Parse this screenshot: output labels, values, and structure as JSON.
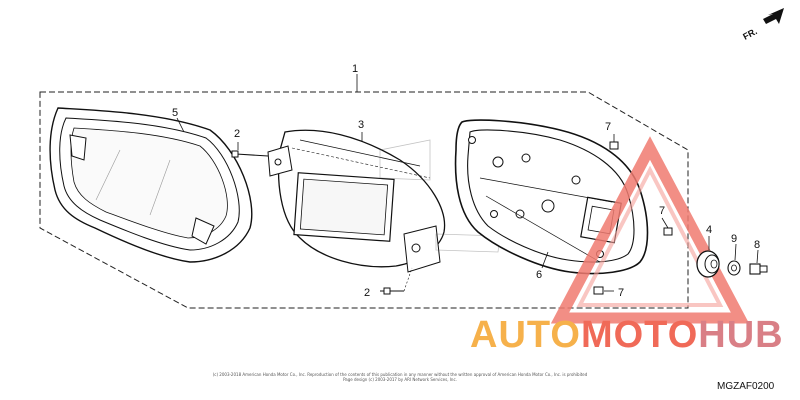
{
  "direction_label": "FR.",
  "callouts": {
    "c1": "1",
    "c2a": "2",
    "c2b": "2",
    "c3": "3",
    "c4": "4",
    "c5": "5",
    "c6": "6",
    "c7a": "7",
    "c7b": "7",
    "c7c": "7",
    "c8": "8",
    "c9": "9"
  },
  "watermark": {
    "part1": "AUTO",
    "part2": "MOTO",
    "part3": "HUB",
    "colors": [
      "#f6b14b",
      "#f06a58",
      "#d97f86"
    ]
  },
  "copyright_line1": "(c) 2003-2018 American Honda Motor Co., Inc. Reproduction of the contents of this publication in any manner without the written approval of American Honda Motor Co., Inc. is prohibited",
  "copyright_line2": "Page design (c) 2003-2017 by ARI Network Services, Inc.",
  "diagram_code": "MGZAF0200"
}
